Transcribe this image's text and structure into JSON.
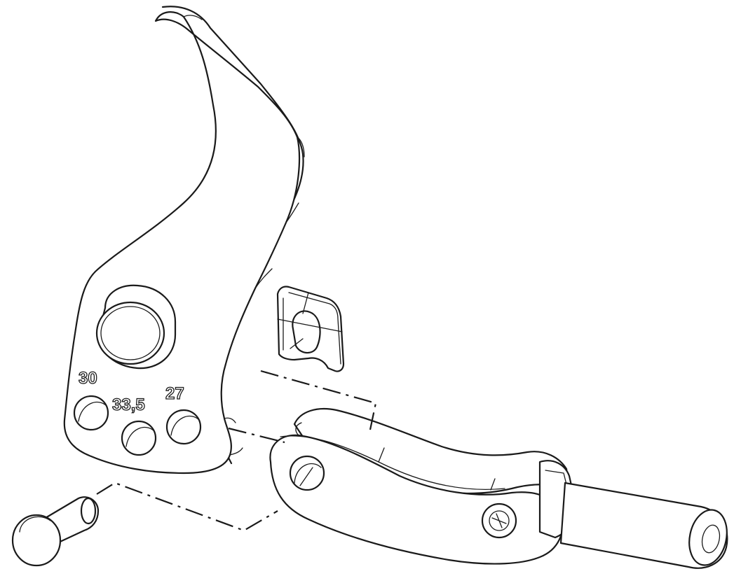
{
  "diagram": {
    "hole_labels": {
      "left": "30",
      "middle": "33,5",
      "right": "27"
    }
  }
}
